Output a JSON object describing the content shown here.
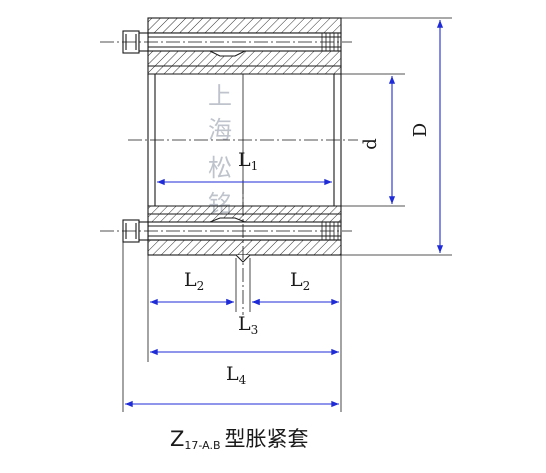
{
  "drawing": {
    "labels": {
      "d": "d",
      "D": "D",
      "L1_main": "L",
      "L1_sub": "1",
      "L2_main": "L",
      "L2_sub": "2",
      "L3_main": "L",
      "L3_sub": "3",
      "L4_main": "L",
      "L4_sub": "4"
    },
    "watermark": [
      "上",
      "海",
      "松",
      "铭"
    ],
    "caption": {
      "main": "Z",
      "sub": "17-A.B",
      "text": "型胀紧套"
    },
    "colors": {
      "line": "#1a1a1a",
      "dimension": "#1e2bd6",
      "centerline": "#1a1a1a",
      "watermark": "#bfc4cc"
    }
  }
}
